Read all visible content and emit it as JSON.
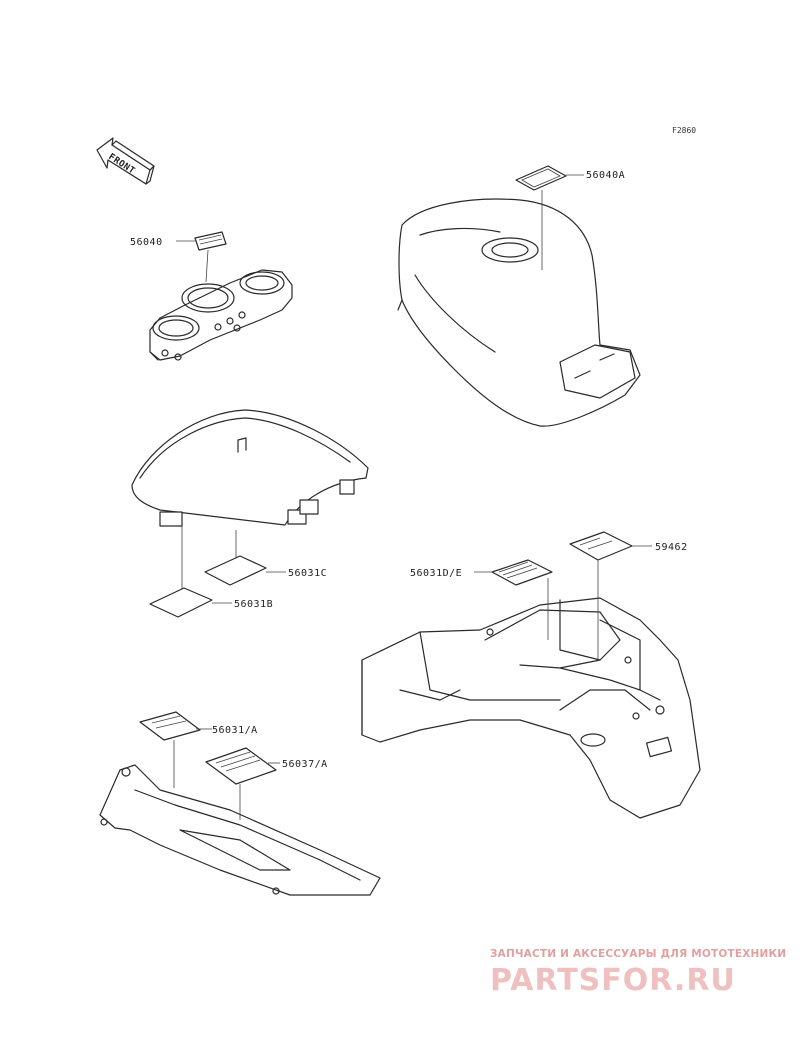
{
  "figure_code": "F2860",
  "front_label": "FRONT",
  "callouts": {
    "meter_label": "56040",
    "tank_label": "56040A",
    "seat_label_c": "56031C",
    "seat_label_b": "56031B",
    "fender_label_de": "56031D/E",
    "fender_label_59462": "59462",
    "chain_label_a": "56031/A",
    "chain_label_37a": "56037/A"
  },
  "watermark": {
    "tagline": "ЗАПЧАСТИ И АКСЕССУАРЫ ДЛЯ МОТОТЕХНИКИ",
    "brand": "PARTSFOR.RU",
    "color": "#e0a0a0"
  }
}
